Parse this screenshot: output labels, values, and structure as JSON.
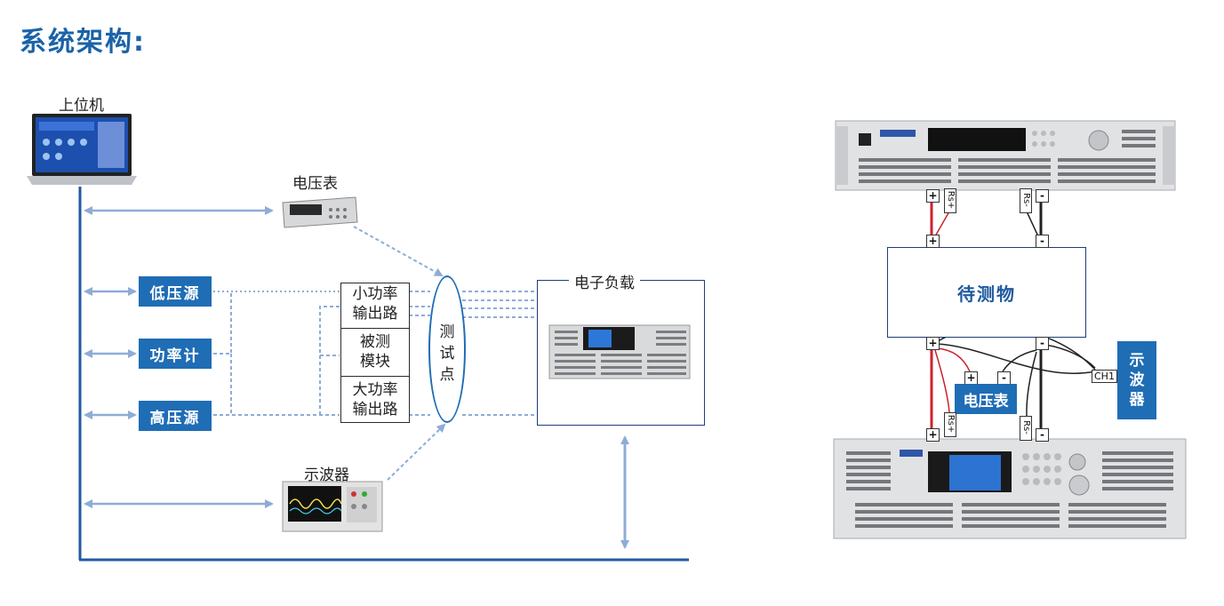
{
  "title": "系统架构:",
  "left": {
    "host_label": "上位机",
    "voltmeter_label": "电压表",
    "low_source": "低压源",
    "power_meter": "功率计",
    "high_source": "高压源",
    "module_small": [
      "小功率",
      "输出路"
    ],
    "module_dut": [
      "被测",
      "模块"
    ],
    "module_large": [
      "大功率",
      "输出路"
    ],
    "test_point": [
      "测",
      "试",
      "点"
    ],
    "eload_label": "电子负载",
    "scope_label": "示波器"
  },
  "right": {
    "dut_label": "待测物",
    "voltmeter_label": "电压表",
    "scope_label": [
      "示",
      "波",
      "器"
    ],
    "ch1": "CH1",
    "plus": "+",
    "minus": "-",
    "rs_plus": "Rs+",
    "rs_minus": "Rs-"
  },
  "colors": {
    "brand_blue": "#1f6db5",
    "arrow_blue": "#8eacd6",
    "red_wire": "#d0202a",
    "black_wire": "#222222"
  }
}
